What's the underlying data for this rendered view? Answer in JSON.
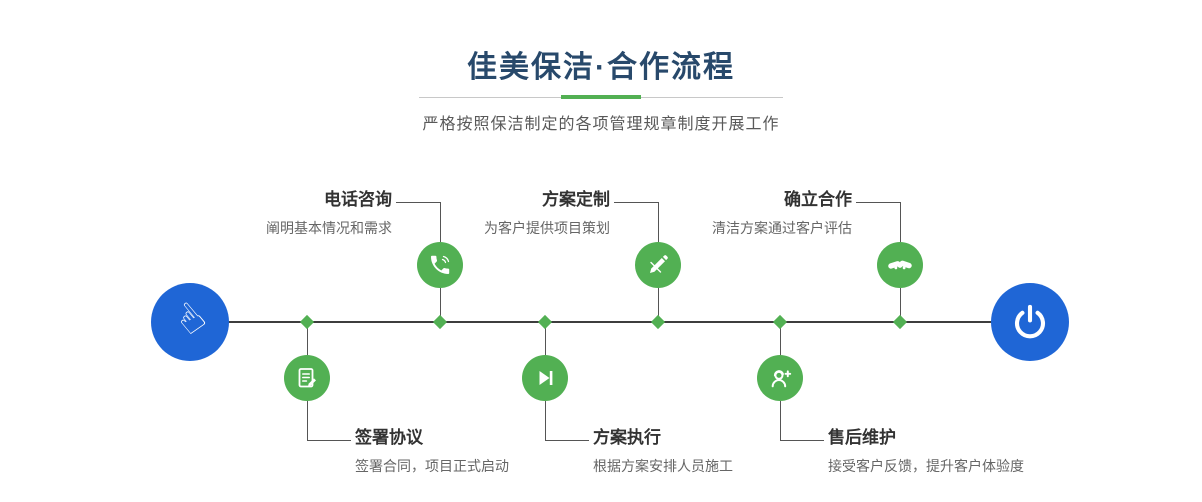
{
  "header": {
    "title": "佳美保洁·合作流程",
    "subtitle": "严格按照保洁制定的各项管理规章制度开展工作"
  },
  "flow": {
    "start_icon": "hand-pointer-icon",
    "end_icon": "power-icon",
    "colors": {
      "green": "#52b053",
      "blue": "#1f66d6",
      "line": "#3d3d3d",
      "title": "#28496b"
    },
    "top_steps": [
      {
        "title": "电话咨询",
        "desc": "阐明基本情况和需求",
        "icon": "phone-icon"
      },
      {
        "title": "方案定制",
        "desc": "为客户提供项目策划",
        "icon": "pencil-icon"
      },
      {
        "title": "确立合作",
        "desc": "清洁方案通过客户评估",
        "icon": "handshake-icon"
      }
    ],
    "bottom_steps": [
      {
        "title": "签署协议",
        "desc": "签署合同，项目正式启动",
        "icon": "contract-icon"
      },
      {
        "title": "方案执行",
        "desc": "根据方案安排人员施工",
        "icon": "play-next-icon"
      },
      {
        "title": "售后维护",
        "desc": "接受客户反馈，提升客户体验度",
        "icon": "headset-plus-icon"
      }
    ]
  }
}
